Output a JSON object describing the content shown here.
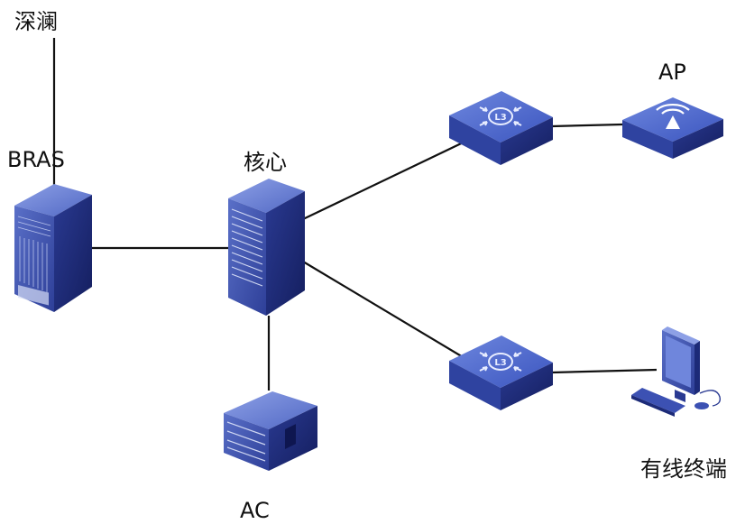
{
  "labels": {
    "shenlan": "深澜",
    "bras": "BRAS",
    "core": "核心",
    "ap": "AP",
    "ac": "AC",
    "terminal": "有线终端"
  },
  "colors": {
    "device_front": "#3a4fb0",
    "device_side": "#1c2a78",
    "device_top": "#6f86dc",
    "switch_top": "#4d6ad0",
    "switch_side": "#22338a",
    "line": "#111111"
  },
  "icons": {
    "bras": "rack-server-icon",
    "core": "core-switch-icon",
    "ac": "access-controller-icon",
    "switch_top": "layer3-switch-icon",
    "switch_bottom": "layer3-switch-icon",
    "ap": "wireless-ap-icon",
    "terminal": "desktop-computer-icon"
  }
}
